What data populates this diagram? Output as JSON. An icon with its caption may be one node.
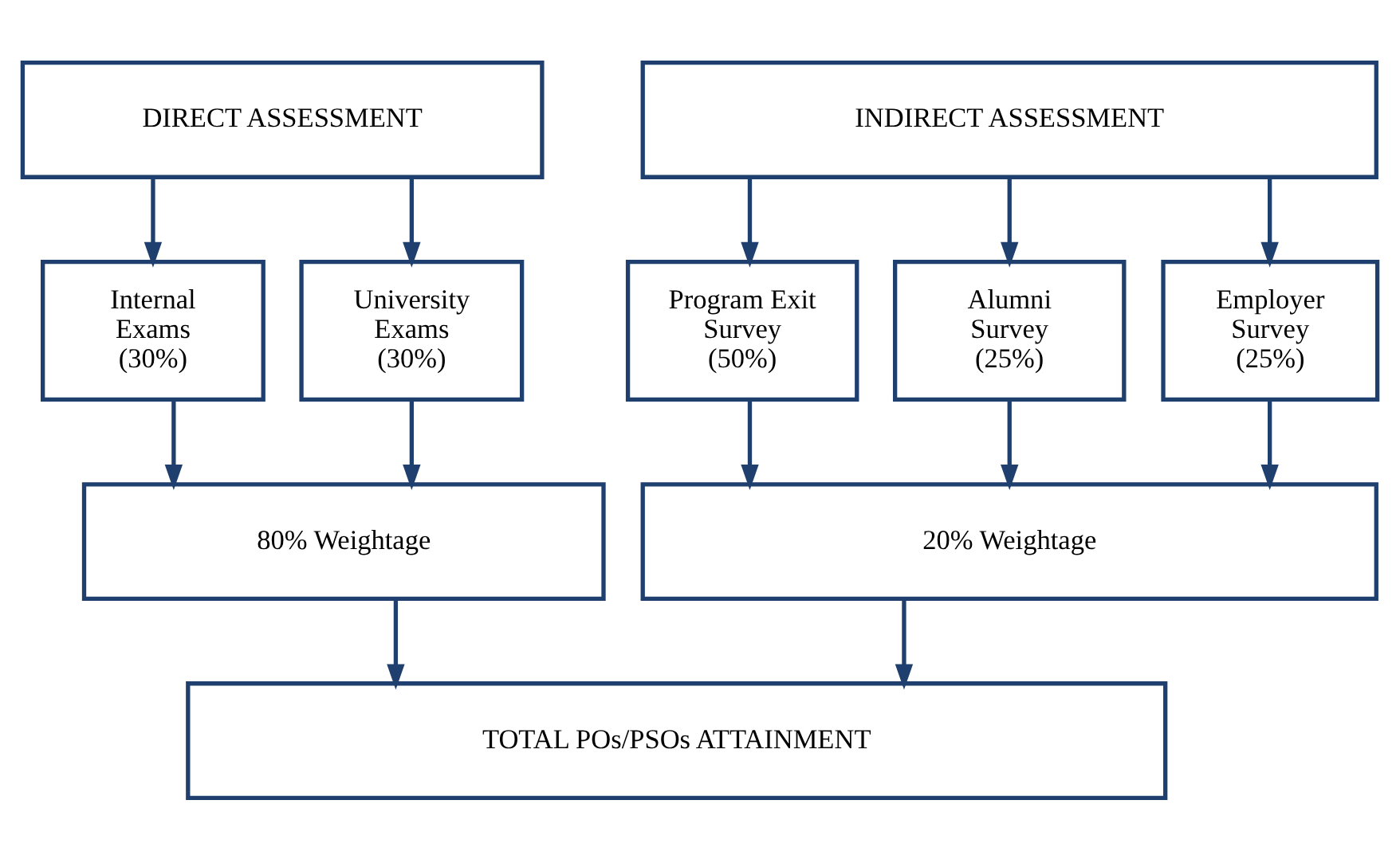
{
  "diagram": {
    "nodes": [
      {
        "text": [
          "DIRECT ASSESSMENT"
        ]
      },
      {
        "text": [
          "INDIRECT ASSESSMENT"
        ]
      },
      {
        "text": [
          "Internal Exams (30%)"
        ]
      },
      {
        "text": [
          "University Exams (30%)"
        ]
      },
      {
        "text": [
          "Program Exit Survey (50%)"
        ]
      },
      {
        "text": [
          "Alumni Survey (25%)"
        ]
      },
      {
        "text": [
          "Employer Survey (25%)"
        ]
      },
      {
        "text": [
          "80% Weightage"
        ]
      },
      {
        "text": [
          "20% Weightage"
        ]
      },
      {
        "text": [
          "TOTAL POs/PSOs ATTAINMENT"
        ]
      }
    ],
    "edges": [
      {
        "from": 0,
        "to": 2,
        "arrow": "to"
      },
      {
        "from": 0,
        "to": 3,
        "arrow": "to"
      },
      {
        "from": 1,
        "to": 4,
        "arrow": "to"
      },
      {
        "from": 1,
        "to": 5,
        "arrow": "to"
      },
      {
        "from": 1,
        "to": 6,
        "arrow": "to"
      },
      {
        "from": 2,
        "to": 7,
        "arrow": "to"
      },
      {
        "from": 3,
        "to": 7,
        "arrow": "to"
      },
      {
        "from": 4,
        "to": 8,
        "arrow": "to"
      },
      {
        "from": 5,
        "to": 8,
        "arrow": "to"
      },
      {
        "from": 6,
        "to": 8,
        "arrow": "to"
      },
      {
        "from": 7,
        "to": 9,
        "arrow": "to"
      },
      {
        "from": 8,
        "to": 9,
        "arrow": "to"
      }
    ]
  }
}
